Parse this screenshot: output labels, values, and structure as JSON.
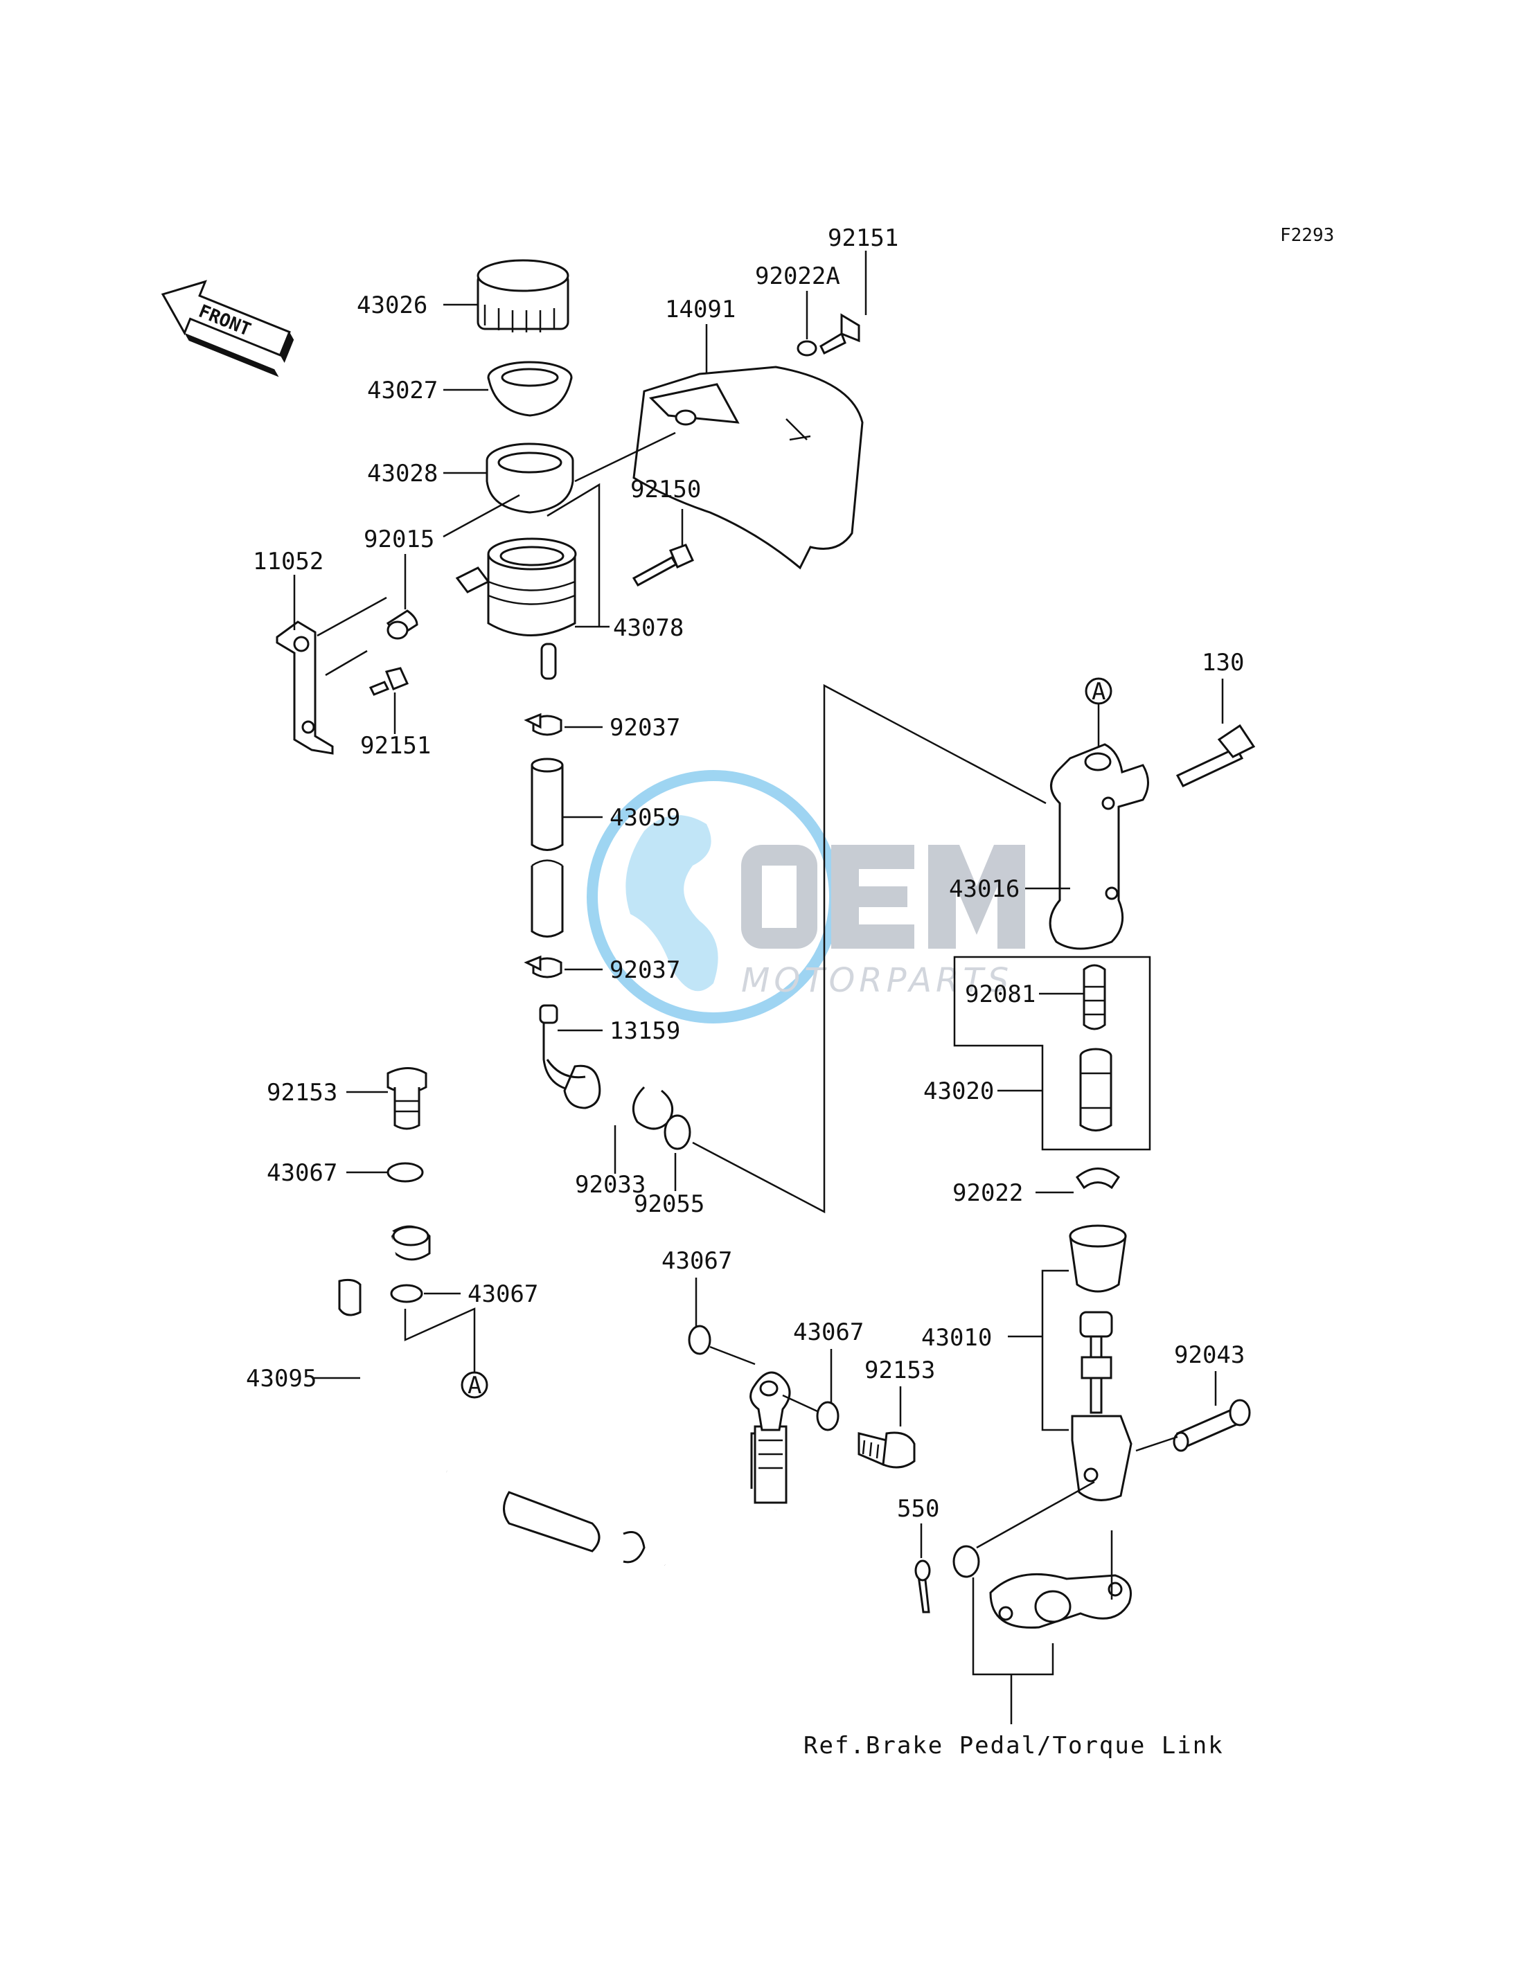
{
  "diagram_code": "F2293",
  "front_label": "FRONT",
  "reference_note": "Ref.Brake Pedal/Torque Link",
  "watermark": {
    "brand": "OEM",
    "subtitle": "MOTORPARTS",
    "color": "#9aa3b0",
    "globe_color": "#4fb2e8"
  },
  "callout_marker": "A",
  "parts": [
    {
      "id": "p43026",
      "label": "43026"
    },
    {
      "id": "p43027",
      "label": "43027"
    },
    {
      "id": "p43028",
      "label": "43028"
    },
    {
      "id": "p14091",
      "label": "14091"
    },
    {
      "id": "p92022A",
      "label": "92022A"
    },
    {
      "id": "p92151a",
      "label": "92151"
    },
    {
      "id": "p92150",
      "label": "92150"
    },
    {
      "id": "p92015",
      "label": "92015"
    },
    {
      "id": "p11052",
      "label": "11052"
    },
    {
      "id": "p43078",
      "label": "43078"
    },
    {
      "id": "p92151b",
      "label": "92151"
    },
    {
      "id": "p92037a",
      "label": "92037"
    },
    {
      "id": "p43059",
      "label": "43059"
    },
    {
      "id": "p92037b",
      "label": "92037"
    },
    {
      "id": "p13159",
      "label": "13159"
    },
    {
      "id": "p92033",
      "label": "92033"
    },
    {
      "id": "p92055",
      "label": "92055"
    },
    {
      "id": "p130",
      "label": "130"
    },
    {
      "id": "p43016",
      "label": "43016"
    },
    {
      "id": "p92081",
      "label": "92081"
    },
    {
      "id": "p43020",
      "label": "43020"
    },
    {
      "id": "p92022",
      "label": "92022"
    },
    {
      "id": "p43010",
      "label": "43010"
    },
    {
      "id": "p92043",
      "label": "92043"
    },
    {
      "id": "p92153a",
      "label": "92153"
    },
    {
      "id": "p43067a",
      "label": "43067"
    },
    {
      "id": "p43067b",
      "label": "43067"
    },
    {
      "id": "p43095",
      "label": "43095"
    },
    {
      "id": "p43067c",
      "label": "43067"
    },
    {
      "id": "p43067d",
      "label": "43067"
    },
    {
      "id": "p92153b",
      "label": "92153"
    },
    {
      "id": "p550",
      "label": "550"
    }
  ]
}
